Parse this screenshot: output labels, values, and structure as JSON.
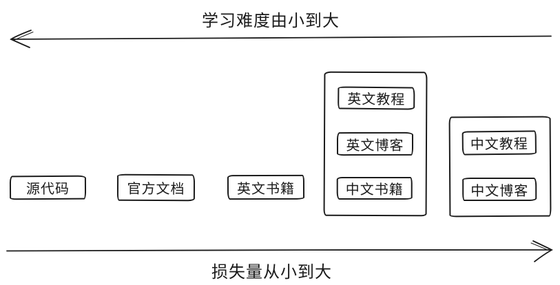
{
  "diagram": {
    "top_arrow_label": "学习难度由小到大",
    "bottom_arrow_label": "损失量从小到大",
    "top_arrow_direction": "left",
    "bottom_arrow_direction": "right",
    "standalone_boxes": [
      {
        "label": "源代码"
      },
      {
        "label": "官方文档"
      },
      {
        "label": "英文书籍"
      }
    ],
    "group_boxes": [
      {
        "items": [
          {
            "label": "英文教程"
          },
          {
            "label": "英文博客"
          },
          {
            "label": "中文书籍"
          }
        ]
      },
      {
        "items": [
          {
            "label": "中文教程"
          },
          {
            "label": "中文博客"
          }
        ]
      }
    ],
    "colors": {
      "stroke": "#1b1b1b",
      "background": "#ffffff"
    }
  }
}
